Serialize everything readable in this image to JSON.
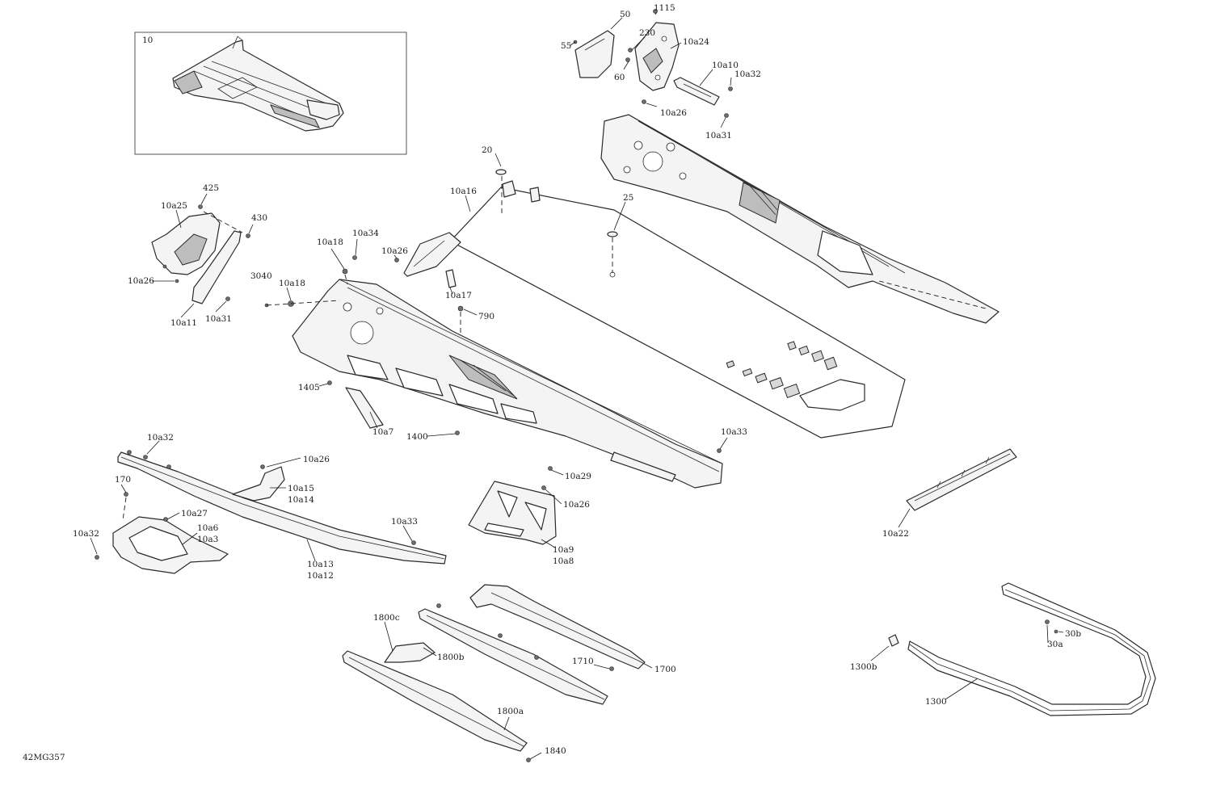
{
  "diagram": {
    "reference_code": "42MG357",
    "inset_label": "10",
    "callouts": [
      {
        "id": "c-50",
        "text": "50"
      },
      {
        "id": "c-1115",
        "text": "1115"
      },
      {
        "id": "c-55",
        "text": "55"
      },
      {
        "id": "c-230",
        "text": "230"
      },
      {
        "id": "c-10a24",
        "text": "10a24"
      },
      {
        "id": "c-60",
        "text": "60"
      },
      {
        "id": "c-10a10",
        "text": "10a10"
      },
      {
        "id": "c-10a32-top",
        "text": "10a32"
      },
      {
        "id": "c-10a26-top",
        "text": "10a26"
      },
      {
        "id": "c-10a31-top",
        "text": "10a31"
      },
      {
        "id": "c-20",
        "text": "20"
      },
      {
        "id": "c-10a16",
        "text": "10a16"
      },
      {
        "id": "c-25",
        "text": "25"
      },
      {
        "id": "c-425",
        "text": "425"
      },
      {
        "id": "c-10a25",
        "text": "10a25"
      },
      {
        "id": "c-430",
        "text": "430"
      },
      {
        "id": "c-10a26-left",
        "text": "10a26"
      },
      {
        "id": "c-10a11",
        "text": "10a11"
      },
      {
        "id": "c-10a31-left",
        "text": "10a31"
      },
      {
        "id": "c-10a34",
        "text": "10a34"
      },
      {
        "id": "c-10a18-top",
        "text": "10a18"
      },
      {
        "id": "c-10a26-mid",
        "text": "10a26"
      },
      {
        "id": "c-3040",
        "text": "3040"
      },
      {
        "id": "c-10a18-mid",
        "text": "10a18"
      },
      {
        "id": "c-10a17",
        "text": "10a17"
      },
      {
        "id": "c-790",
        "text": "790"
      },
      {
        "id": "c-1405",
        "text": "1405"
      },
      {
        "id": "c-10a7",
        "text": "10a7"
      },
      {
        "id": "c-1400",
        "text": "1400"
      },
      {
        "id": "c-10a33-right",
        "text": "10a33"
      },
      {
        "id": "c-10a29",
        "text": "10a29"
      },
      {
        "id": "c-10a32-left-top",
        "text": "10a32"
      },
      {
        "id": "c-10a26-bracket",
        "text": "10a26"
      },
      {
        "id": "c-170",
        "text": "170"
      },
      {
        "id": "c-10a15",
        "text": "10a15"
      },
      {
        "id": "c-10a14",
        "text": "10a14"
      },
      {
        "id": "c-10a26-plate",
        "text": "10a26"
      },
      {
        "id": "c-10a27",
        "text": "10a27"
      },
      {
        "id": "c-10a6",
        "text": "10a6"
      },
      {
        "id": "c-10a3",
        "text": "10a3"
      },
      {
        "id": "c-10a32-left",
        "text": "10a32"
      },
      {
        "id": "c-10a33-mid",
        "text": "10a33"
      },
      {
        "id": "c-10a13",
        "text": "10a13"
      },
      {
        "id": "c-10a12",
        "text": "10a12"
      },
      {
        "id": "c-10a9",
        "text": "10a9"
      },
      {
        "id": "c-10a8",
        "text": "10a8"
      },
      {
        "id": "c-10a22",
        "text": "10a22"
      },
      {
        "id": "c-1800c",
        "text": "1800c"
      },
      {
        "id": "c-1800b",
        "text": "1800b"
      },
      {
        "id": "c-1710",
        "text": "1710"
      },
      {
        "id": "c-1700",
        "text": "1700"
      },
      {
        "id": "c-1800a",
        "text": "1800a"
      },
      {
        "id": "c-1840",
        "text": "1840"
      },
      {
        "id": "c-30b",
        "text": "30b"
      },
      {
        "id": "c-30a",
        "text": "30a"
      },
      {
        "id": "c-1300b",
        "text": "1300b"
      },
      {
        "id": "c-1300",
        "text": "1300"
      }
    ]
  }
}
